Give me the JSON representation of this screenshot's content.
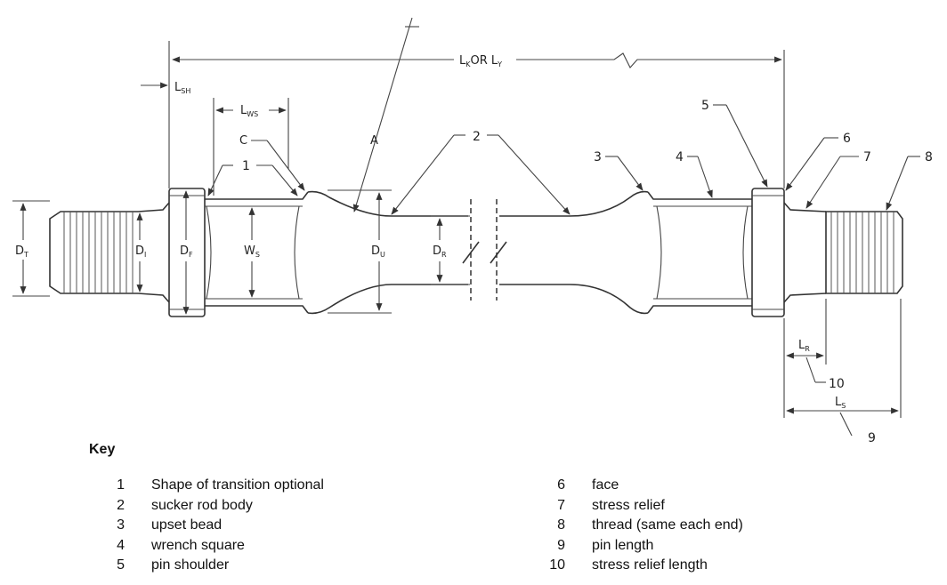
{
  "labels": {
    "overall_length": "L",
    "overall_length_sub1": "K",
    "overall_or": "OR L",
    "overall_length_sub2": "Y",
    "shoulder_len": "L",
    "shoulder_len_sub": "SH",
    "wrench_len": "L",
    "wrench_len_sub": "WS",
    "thread_dia": "D",
    "thread_dia_sub": "T",
    "relief_dia": "D",
    "relief_dia_sub": "I",
    "shoulder_dia": "D",
    "shoulder_dia_sub": "F",
    "wrench_width": "W",
    "wrench_width_sub": "S",
    "upset_dia": "D",
    "upset_dia_sub": "U",
    "rod_dia": "D",
    "rod_dia_sub": "R",
    "radius": "A",
    "chamfer": "C",
    "relief_len": "L",
    "relief_len_sub": "R",
    "pin_len": "L",
    "pin_len_sub": "S"
  },
  "callouts": [
    "1",
    "2",
    "3",
    "4",
    "5",
    "6",
    "7",
    "8",
    "9",
    "10"
  ],
  "key": {
    "title": "Key",
    "items": [
      {
        "num": "1",
        "text": "Shape of transition optional"
      },
      {
        "num": "2",
        "text": "sucker rod body"
      },
      {
        "num": "3",
        "text": "upset bead"
      },
      {
        "num": "4",
        "text": "wrench square"
      },
      {
        "num": "5",
        "text": "pin shoulder"
      },
      {
        "num": "6",
        "text": "face"
      },
      {
        "num": "7",
        "text": "stress relief"
      },
      {
        "num": "8",
        "text": "thread (same each end)"
      },
      {
        "num": "9",
        "text": "pin length"
      },
      {
        "num": "10",
        "text": "stress relief length"
      }
    ]
  }
}
